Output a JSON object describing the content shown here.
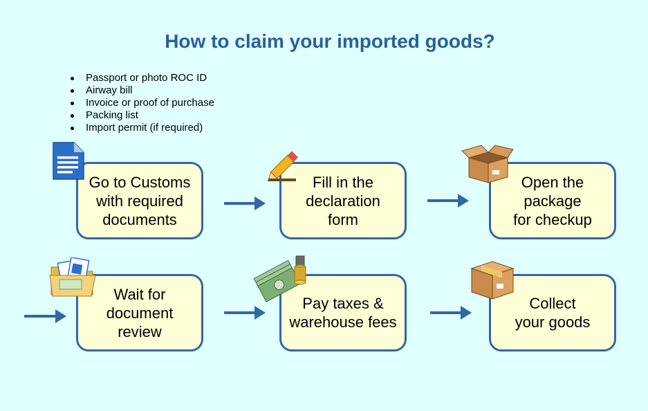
{
  "title": "How to claim your imported goods?",
  "documents": [
    "Passport or photo ROC ID",
    "Airway bill",
    "Invoice or proof of purchase",
    "Packing list",
    "Import permit (if required)"
  ],
  "steps": [
    {
      "label": "Go to Customs\nwith required\n documents",
      "icon": "document-icon"
    },
    {
      "label": "Fill in the\ndeclaration\nform",
      "icon": "pencil-icon"
    },
    {
      "label": "Open the\npackage\nfor checkup",
      "icon": "open-box-icon"
    },
    {
      "label": "Wait for\ndocument\nreview",
      "icon": "folder-documents-icon"
    },
    {
      "label": "Pay taxes &\nwarehouse fees",
      "icon": "money-icon"
    },
    {
      "label": "Collect\nyour goods",
      "icon": "closed-box-icon"
    }
  ],
  "colors": {
    "background": "#e0ffff",
    "title": "#2a6099",
    "box_fill": "#ffffd7",
    "box_border": "#3466a6",
    "arrow": "#3466a6"
  }
}
